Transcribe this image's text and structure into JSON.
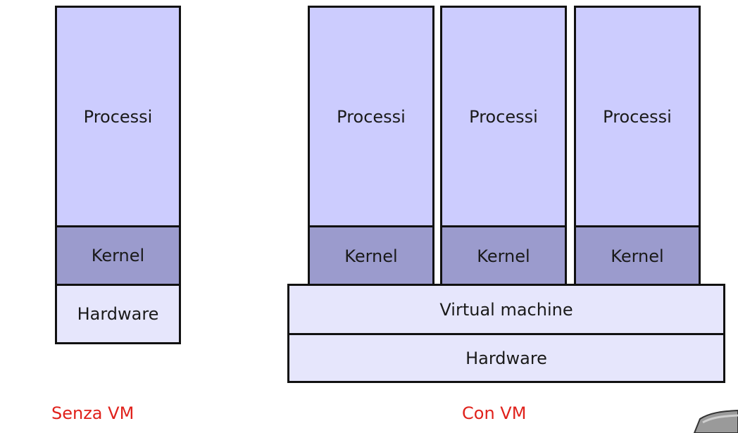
{
  "colors": {
    "processi": "#ccccfe",
    "kernel": "#9b9bcd",
    "hardware": "#e6e6fc",
    "border": "#111111",
    "caption": "#e0211b"
  },
  "senza_vm": {
    "processi": "Processi",
    "kernel": "Kernel",
    "hardware": "Hardware",
    "caption": "Senza VM"
  },
  "con_vm": {
    "vms": [
      {
        "processi": "Processi",
        "kernel": "Kernel"
      },
      {
        "processi": "Processi",
        "kernel": "Kernel"
      },
      {
        "processi": "Processi",
        "kernel": "Kernel"
      }
    ],
    "virtual_machine": "Virtual machine",
    "hardware": "Hardware",
    "caption": "Con VM"
  }
}
